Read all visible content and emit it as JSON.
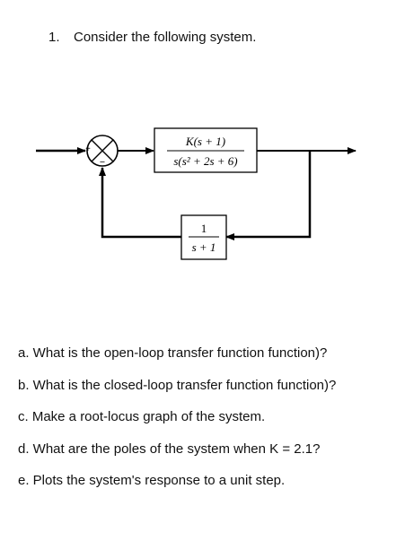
{
  "question": {
    "number": "1.",
    "text": "Consider the following system."
  },
  "diagram": {
    "summing_junction": {
      "plus_sign": "+",
      "minus_sign": "−"
    },
    "forward_block": {
      "numerator": "K(s + 1)",
      "denominator": "s(s² + 2s + 6)"
    },
    "feedback_block": {
      "numerator": "1",
      "denominator": "s + 1"
    }
  },
  "parts": [
    "a. What is the open-loop transfer function function)?",
    "b. What is the closed-loop transfer function function)?",
    "c. Make a root-locus graph of the system.",
    "d. What are the poles of the system when K = 2.1?",
    "e. Plots the system's response to a unit step."
  ]
}
